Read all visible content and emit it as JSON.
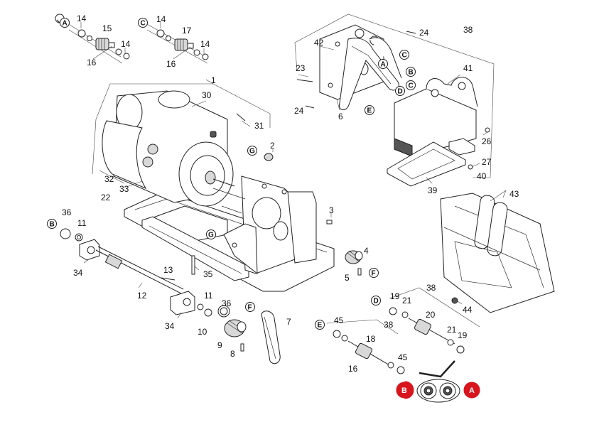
{
  "numbers": {
    "n1": "1",
    "n2": "2",
    "n3": "3",
    "n4": "4",
    "n5": "5",
    "n6": "6",
    "n7": "7",
    "n8": "8",
    "n9": "9",
    "n10": "10",
    "n11": "11",
    "n12": "12",
    "n13": "13",
    "n14": "14",
    "n15": "15",
    "n16": "16",
    "n17": "17",
    "n18": "18",
    "n19": "19",
    "n20": "20",
    "n21": "21",
    "n22": "22",
    "n23": "23",
    "n24": "24",
    "n26": "26",
    "n27": "27",
    "n30": "30",
    "n31": "31",
    "n32": "32",
    "n33": "33",
    "n34": "34",
    "n35": "35",
    "n36": "36",
    "n38": "38",
    "n39": "39",
    "n40": "40",
    "n41": "41",
    "n42": "42",
    "n43": "43",
    "n44": "44",
    "n45": "45"
  },
  "letters": {
    "A": "A",
    "B": "B",
    "C": "C",
    "D": "D",
    "E": "E",
    "F": "F",
    "G": "G"
  },
  "colors": {
    "marker_red": "#d8141c",
    "line": "#222222"
  }
}
